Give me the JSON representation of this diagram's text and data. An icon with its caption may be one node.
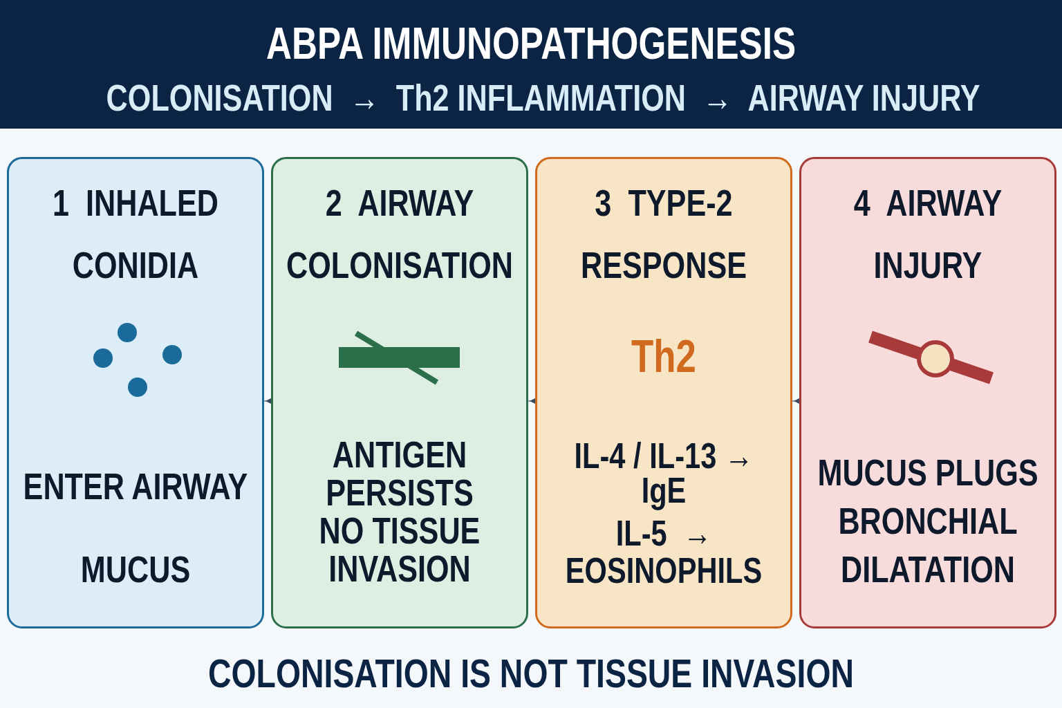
{
  "diagram": {
    "title": "ABPA IMMUNOPATHOGENESIS",
    "caption": "COLONISATION IS NOT TISSUE INVASION",
    "nodes": [
      {
        "text": [
          "1  INHALED CONIDIA",
          "ENTER AIRWAY",
          "MUCUS"
        ]
      },
      {
        "text": [
          "2  AIRWAY COLONISATION",
          "ANTIGEN PERSISTS NO TISSUE INVASION"
        ]
      },
      {
        "text": [
          "3  TYPE-2 RESPONSE",
          "Th2",
          "IL-4 / IL-13 → IgE",
          "IL-5  → EOSINOPHILS"
        ]
      },
      {
        "text": [
          "4  AIRWAY INJURY",
          "MUCUS PLUGS",
          "BRONCHIAL DILATATION"
        ]
      }
    ],
    "edges": [
      {
        "from": 0,
        "to": 1,
        "arrow": "to"
      },
      {
        "from": 1,
        "to": 2,
        "arrow": "to"
      },
      {
        "from": 2,
        "to": 3,
        "arrow": "to"
      }
    ],
    "labels": [
      "COLONISATION  →  Th2 INFLAMMATION  →  AIRWAY INJURY"
    ]
  }
}
